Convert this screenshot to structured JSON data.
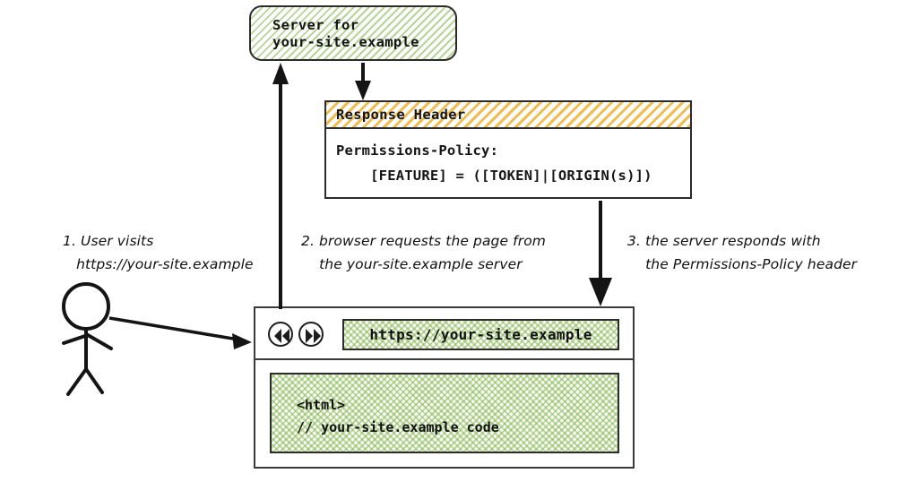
{
  "server": {
    "line1": "Server for",
    "line2": "your-site.example",
    "fill": "#7cb342"
  },
  "response": {
    "title": "Response Header",
    "title_fill": "#f0b030",
    "line1": "Permissions-Policy:",
    "line2": "    [FEATURE] = ([TOKEN]|[ORIGIN(s)])"
  },
  "browser": {
    "back_label": "back",
    "forward_label": "forward",
    "url": "https://your-site.example",
    "content_line1": "<html>",
    "content_line2": "// your-site.example code",
    "fill": "#7cb342"
  },
  "annotations": {
    "step1": "1. User visits\n   https://your-site.example",
    "step2": "2. browser requests the page from\n    the your-site.example server",
    "step3": "3. the server responds with\n    the Permissions-Policy header"
  },
  "actor": {
    "label": "user"
  }
}
